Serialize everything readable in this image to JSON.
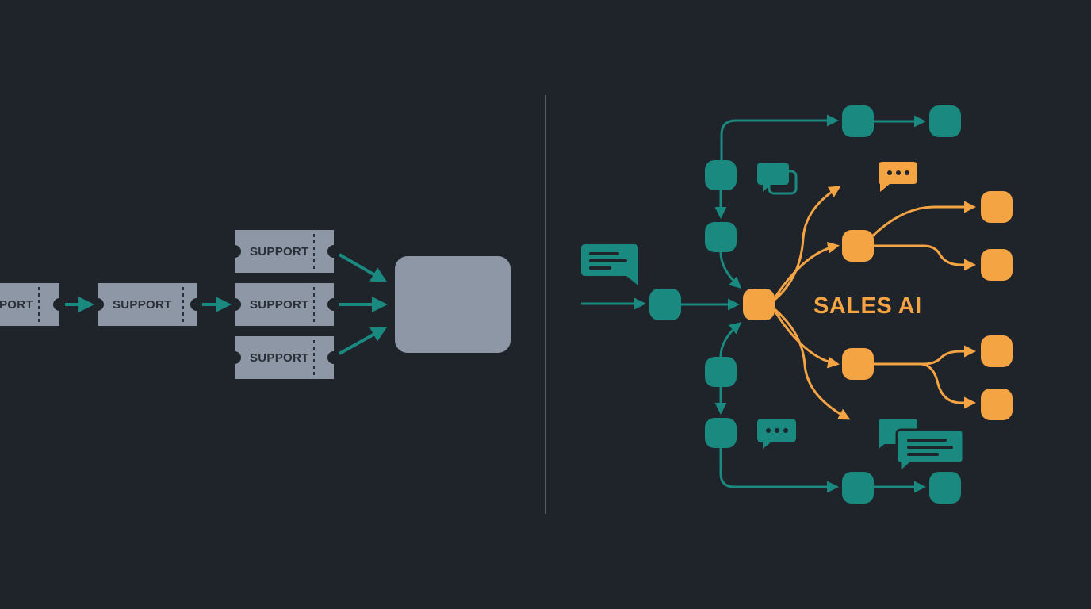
{
  "colors": {
    "background": "#1f232a",
    "ticket": "#8d97a6",
    "ticket_text": "#2a2f38",
    "queue_box": "#8d97a6",
    "teal": "#1a8a80",
    "orange": "#f5a444",
    "divider": "#5a5f67"
  },
  "left": {
    "ticket_label": "SUPPORT",
    "tickets": [
      {
        "label": "PORT"
      },
      {
        "label": "SUPPORT"
      },
      {
        "label": "SUPPORT"
      },
      {
        "label": "SUPPORT"
      },
      {
        "label": "SUPPORT"
      }
    ]
  },
  "right": {
    "hub_label": "SALES AI",
    "icons": [
      "chat-double-icon",
      "chat-typing-icon",
      "message-icon",
      "chat-typing-icon",
      "chat-message-stack-icon"
    ]
  }
}
